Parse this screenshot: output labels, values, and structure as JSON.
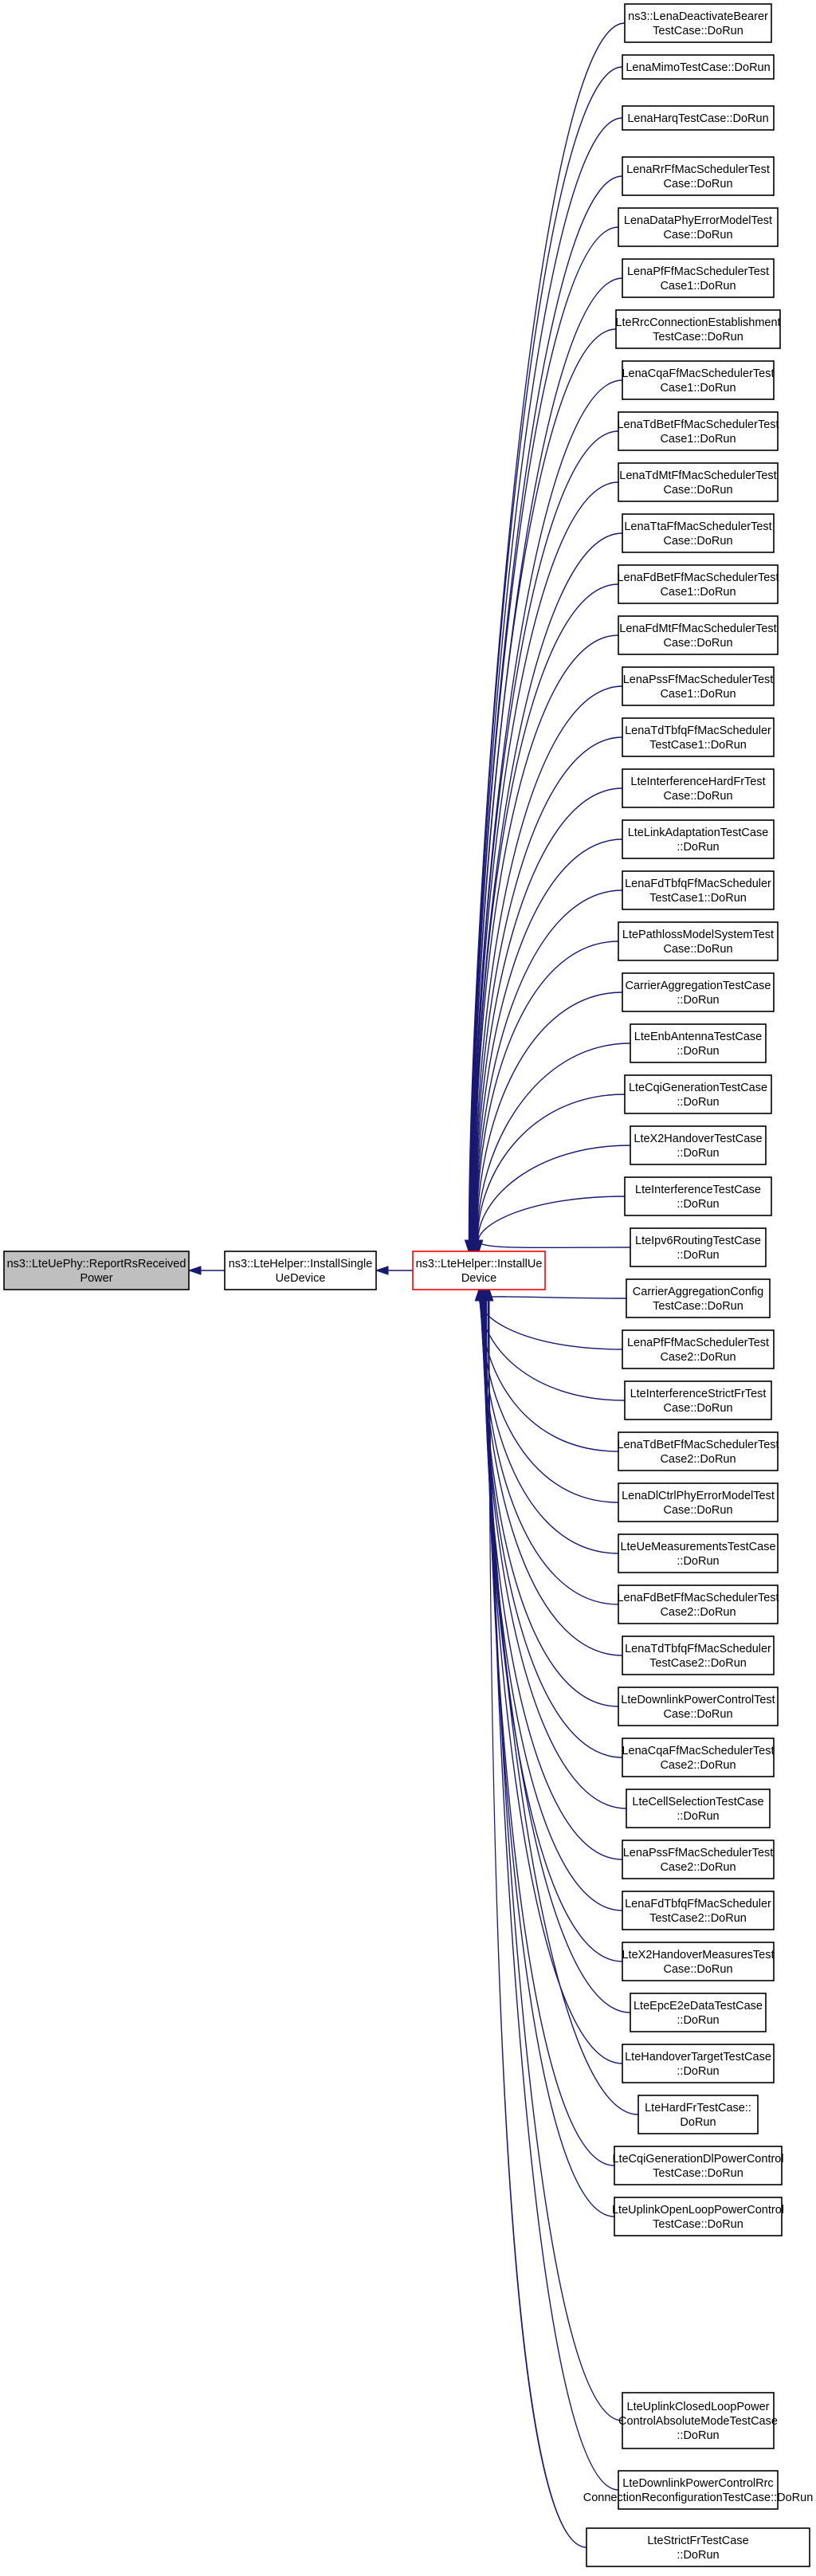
{
  "root": {
    "lines": [
      "ns3::LteUePhy::ReportRsReceived",
      "Power"
    ]
  },
  "middle": {
    "lines": [
      "ns3::LteHelper::InstallSingle",
      "UeDevice"
    ]
  },
  "focus": {
    "lines": [
      "ns3::LteHelper::InstallUe",
      "Device"
    ]
  },
  "callers": [
    {
      "lines": [
        "ns3::LenaDeactivateBearer",
        "TestCase::DoRun"
      ]
    },
    {
      "lines": [
        "LenaMimoTestCase::DoRun"
      ]
    },
    {
      "lines": [
        "LenaHarqTestCase::DoRun"
      ]
    },
    {
      "lines": [
        "LenaRrFfMacSchedulerTest",
        "Case::DoRun"
      ]
    },
    {
      "lines": [
        "LenaDataPhyErrorModelTest",
        "Case::DoRun"
      ]
    },
    {
      "lines": [
        "LenaPfFfMacSchedulerTest",
        "Case1::DoRun"
      ]
    },
    {
      "lines": [
        "LteRrcConnectionEstablishment",
        "TestCase::DoRun"
      ]
    },
    {
      "lines": [
        "LenaCqaFfMacSchedulerTest",
        "Case1::DoRun"
      ]
    },
    {
      "lines": [
        "LenaTdBetFfMacSchedulerTest",
        "Case1::DoRun"
      ]
    },
    {
      "lines": [
        "LenaTdMtFfMacSchedulerTest",
        "Case::DoRun"
      ]
    },
    {
      "lines": [
        "LenaTtaFfMacSchedulerTest",
        "Case::DoRun"
      ]
    },
    {
      "lines": [
        "LenaFdBetFfMacSchedulerTest",
        "Case1::DoRun"
      ]
    },
    {
      "lines": [
        "LenaFdMtFfMacSchedulerTest",
        "Case::DoRun"
      ]
    },
    {
      "lines": [
        "LenaPssFfMacSchedulerTest",
        "Case1::DoRun"
      ]
    },
    {
      "lines": [
        "LenaTdTbfqFfMacScheduler",
        "TestCase1::DoRun"
      ]
    },
    {
      "lines": [
        "LteInterferenceHardFrTest",
        "Case::DoRun"
      ]
    },
    {
      "lines": [
        "LteLinkAdaptationTestCase",
        "::DoRun"
      ]
    },
    {
      "lines": [
        "LenaFdTbfqFfMacScheduler",
        "TestCase1::DoRun"
      ]
    },
    {
      "lines": [
        "LtePathlossModelSystemTest",
        "Case::DoRun"
      ]
    },
    {
      "lines": [
        "CarrierAggregationTestCase",
        "::DoRun"
      ]
    },
    {
      "lines": [
        "LteEnbAntennaTestCase",
        "::DoRun"
      ]
    },
    {
      "lines": [
        "LteCqiGenerationTestCase",
        "::DoRun"
      ]
    },
    {
      "lines": [
        "LteX2HandoverTestCase",
        "::DoRun"
      ]
    },
    {
      "lines": [
        "LteInterferenceTestCase",
        "::DoRun"
      ]
    },
    {
      "lines": [
        "LteIpv6RoutingTestCase",
        "::DoRun"
      ]
    },
    {
      "lines": [
        "CarrierAggregationConfig",
        "TestCase::DoRun"
      ]
    },
    {
      "lines": [
        "LenaPfFfMacSchedulerTest",
        "Case2::DoRun"
      ]
    },
    {
      "lines": [
        "LteInterferenceStrictFrTest",
        "Case::DoRun"
      ]
    },
    {
      "lines": [
        "LenaTdBetFfMacSchedulerTest",
        "Case2::DoRun"
      ]
    },
    {
      "lines": [
        "LenaDlCtrlPhyErrorModelTest",
        "Case::DoRun"
      ]
    },
    {
      "lines": [
        "LteUeMeasurementsTestCase",
        "::DoRun"
      ]
    },
    {
      "lines": [
        "LenaFdBetFfMacSchedulerTest",
        "Case2::DoRun"
      ]
    },
    {
      "lines": [
        "LenaTdTbfqFfMacScheduler",
        "TestCase2::DoRun"
      ]
    },
    {
      "lines": [
        "LteDownlinkPowerControlTest",
        "Case::DoRun"
      ]
    },
    {
      "lines": [
        "LenaCqaFfMacSchedulerTest",
        "Case2::DoRun"
      ]
    },
    {
      "lines": [
        "LteCellSelectionTestCase",
        "::DoRun"
      ]
    },
    {
      "lines": [
        "LenaPssFfMacSchedulerTest",
        "Case2::DoRun"
      ]
    },
    {
      "lines": [
        "LenaFdTbfqFfMacScheduler",
        "TestCase2::DoRun"
      ]
    },
    {
      "lines": [
        "LteX2HandoverMeasuresTest",
        "Case::DoRun"
      ]
    },
    {
      "lines": [
        "LteEpcE2eDataTestCase",
        "::DoRun"
      ]
    },
    {
      "lines": [
        "LteHandoverTargetTestCase",
        "::DoRun"
      ]
    },
    {
      "lines": [
        "LteHardFrTestCase::",
        "DoRun"
      ]
    },
    {
      "lines": [
        "LteCqiGenerationDlPowerControl",
        "TestCase::DoRun"
      ]
    },
    {
      "lines": [
        "LteUplinkOpenLoopPowerControl",
        "TestCase::DoRun"
      ]
    },
    {
      "lines": [
        "LteUplinkClosedLoopPower",
        "ControlAbsoluteModeTestCase",
        "::DoRun"
      ]
    },
    {
      "lines": [
        "LteDownlinkPowerControlRrc",
        "ConnectionReconfigurationTestCase::DoRun"
      ]
    },
    {
      "lines": [
        "LteStrictFrTestCase",
        "::DoRun"
      ]
    }
  ]
}
